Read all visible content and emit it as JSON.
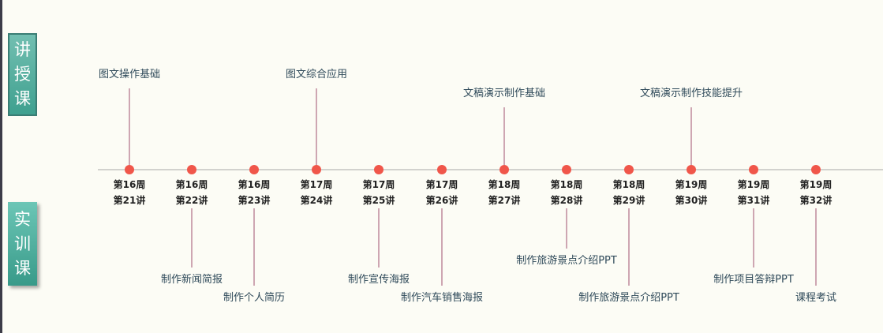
{
  "side": {
    "lecture": [
      "讲",
      "授",
      "课"
    ],
    "practice": [
      "实",
      "训",
      "课"
    ]
  },
  "colors": {
    "axis": "#a8a8a8",
    "dot": "#f0564a",
    "connector": "#a05070",
    "accent": "#4aa696"
  },
  "nodes": [
    {
      "week": "第16周",
      "lesson": "第21讲",
      "top": "图文操作基础",
      "bottom": ""
    },
    {
      "week": "第16周",
      "lesson": "第22讲",
      "top": "",
      "bottom": "制作新闻简报"
    },
    {
      "week": "第16周",
      "lesson": "第23讲",
      "top": "",
      "bottom": "制作个人简历"
    },
    {
      "week": "第17周",
      "lesson": "第24讲",
      "top": "图文综合应用",
      "bottom": ""
    },
    {
      "week": "第17周",
      "lesson": "第25讲",
      "top": "",
      "bottom": "制作宣传海报"
    },
    {
      "week": "第17周",
      "lesson": "第26讲",
      "top": "",
      "bottom": "制作汽车销售海报"
    },
    {
      "week": "第18周",
      "lesson": "第27讲",
      "top": "文稿演示制作基础",
      "bottom": ""
    },
    {
      "week": "第18周",
      "lesson": "第28讲",
      "top": "",
      "bottom": "制作旅游景点介绍PPT"
    },
    {
      "week": "第18周",
      "lesson": "第29讲",
      "top": "",
      "bottom": "制作旅游景点介绍PPT"
    },
    {
      "week": "第19周",
      "lesson": "第30讲",
      "top": "文稿演示制作技能提升",
      "bottom": ""
    },
    {
      "week": "第19周",
      "lesson": "第31讲",
      "top": "",
      "bottom": "制作项目答辩PPT"
    },
    {
      "week": "第19周",
      "lesson": "第32讲",
      "top": "",
      "bottom": "课程考试"
    }
  ]
}
